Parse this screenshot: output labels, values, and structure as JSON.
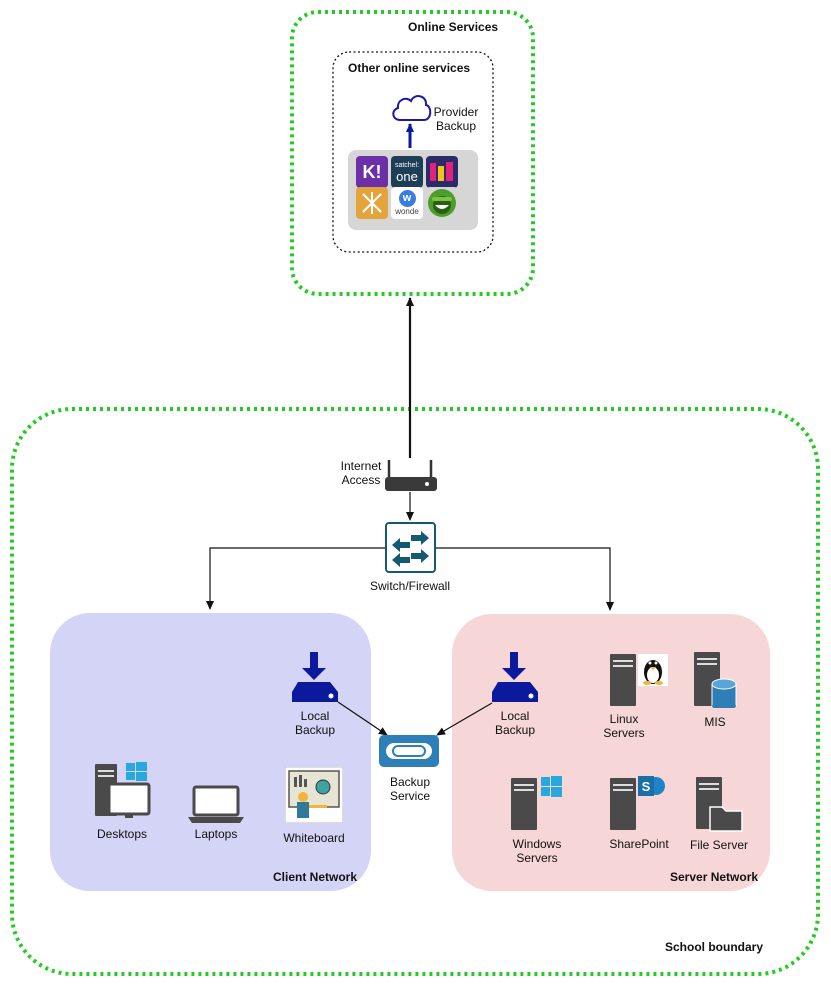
{
  "zones": {
    "online_services": "Online Services",
    "other_online_services": "Other online services",
    "school_boundary": "School boundary",
    "client_network": "Client Network",
    "server_network": "Server Network"
  },
  "nodes": {
    "provider_backup": "Provider Backup",
    "internet_access": "Internet Access",
    "switch_firewall": "Switch/Firewall",
    "client_local_backup": "Local Backup",
    "server_local_backup": "Local Backup",
    "backup_service": "Backup Service",
    "desktops": "Desktops",
    "laptops": "Laptops",
    "whiteboard": "Whiteboard",
    "linux_servers": "Linux Servers",
    "mis": "MIS",
    "windows_servers": "Windows Servers",
    "sharepoint": "SharePoint",
    "file_server": "File Server"
  },
  "apps": {
    "k_logo": "K!",
    "satchel_top": "satchel:",
    "satchel_bottom": "one",
    "wonde": "wonde"
  },
  "colors": {
    "dotted_green": "#22cc22",
    "client_fill": "#d4d4f7",
    "server_fill": "#f6d6d6",
    "backup_blue": "#0b1a9c",
    "cloud_blue": "#1a1aa8",
    "switch_teal": "#155a73",
    "server_gray": "#4a4a4a",
    "windows_blue": "#29a8e0"
  }
}
